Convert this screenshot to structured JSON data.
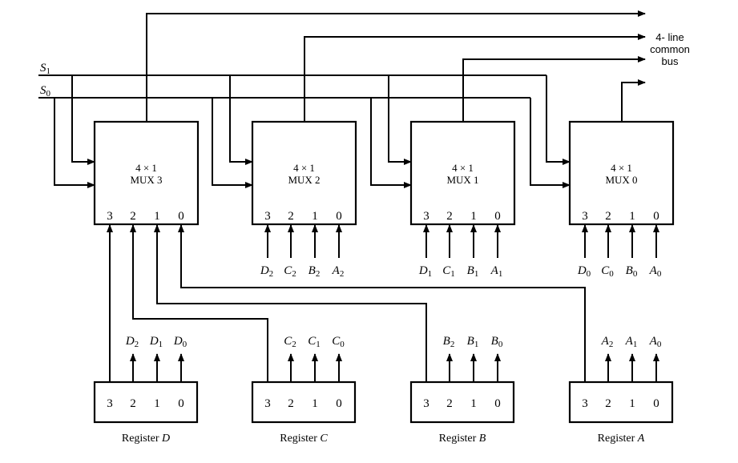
{
  "diagram": {
    "title": "4-line common bus system constructed with multiplexers",
    "bus_label": [
      "4- line",
      "common",
      "bus"
    ],
    "select_lines": [
      {
        "name": "S",
        "sub": "1"
      },
      {
        "name": "S",
        "sub": "0"
      }
    ],
    "mux_units": [
      {
        "id": "mux3",
        "line1": "4 × 1",
        "line2": "MUX 3",
        "pins": [
          "3",
          "2",
          "1",
          "0"
        ],
        "inputs": []
      },
      {
        "id": "mux2",
        "line1": "4 × 1",
        "line2": "MUX 2",
        "pins": [
          "3",
          "2",
          "1",
          "0"
        ],
        "inputs": [
          {
            "n": "D",
            "s": "2"
          },
          {
            "n": "C",
            "s": "2"
          },
          {
            "n": "B",
            "s": "2"
          },
          {
            "n": "A",
            "s": "2"
          }
        ]
      },
      {
        "id": "mux1",
        "line1": "4 × 1",
        "line2": "MUX 1",
        "pins": [
          "3",
          "2",
          "1",
          "0"
        ],
        "inputs": [
          {
            "n": "D",
            "s": "1"
          },
          {
            "n": "C",
            "s": "1"
          },
          {
            "n": "B",
            "s": "1"
          },
          {
            "n": "A",
            "s": "1"
          }
        ]
      },
      {
        "id": "mux0",
        "line1": "4 × 1",
        "line2": "MUX 0",
        "pins": [
          "3",
          "2",
          "1",
          "0"
        ],
        "inputs": [
          {
            "n": "D",
            "s": "0"
          },
          {
            "n": "C",
            "s": "0"
          },
          {
            "n": "B",
            "s": "0"
          },
          {
            "n": "A",
            "s": "0"
          }
        ]
      }
    ],
    "registers": [
      {
        "id": "D",
        "label": "Register",
        "name": "D",
        "bits": [
          "3",
          "2",
          "1",
          "0"
        ],
        "outputs": [
          {
            "n": "D",
            "s": "2"
          },
          {
            "n": "D",
            "s": "1"
          },
          {
            "n": "D",
            "s": "0"
          }
        ]
      },
      {
        "id": "C",
        "label": "Register",
        "name": "C",
        "bits": [
          "3",
          "2",
          "1",
          "0"
        ],
        "outputs": [
          {
            "n": "C",
            "s": "2"
          },
          {
            "n": "C",
            "s": "1"
          },
          {
            "n": "C",
            "s": "0"
          }
        ]
      },
      {
        "id": "B",
        "label": "Register",
        "name": "B",
        "bits": [
          "3",
          "2",
          "1",
          "0"
        ],
        "outputs": [
          {
            "n": "B",
            "s": "2"
          },
          {
            "n": "B",
            "s": "1"
          },
          {
            "n": "B",
            "s": "0"
          }
        ]
      },
      {
        "id": "A",
        "label": "Register",
        "name": "A",
        "bits": [
          "3",
          "2",
          "1",
          "0"
        ],
        "outputs": [
          {
            "n": "A",
            "s": "2"
          },
          {
            "n": "A",
            "s": "1"
          },
          {
            "n": "A",
            "s": "0"
          }
        ]
      }
    ]
  }
}
